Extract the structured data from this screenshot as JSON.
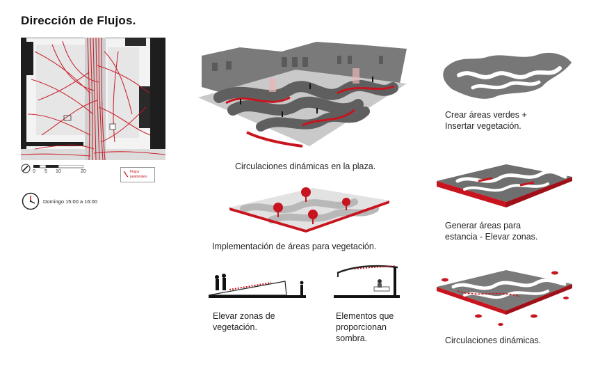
{
  "title": "Dirección de Flujos.",
  "map": {
    "scale_ticks": [
      "0",
      "5",
      "10",
      "20"
    ],
    "legend_line1": "Flujos",
    "legend_line2": "peatonales",
    "time_label": "Domingo 15:00 a 16:00"
  },
  "captions": {
    "plaza": "Circulaciones dinámicas en la plaza.",
    "vegetation_impl": "Implementación de áreas para vegetación.",
    "elevate_line1": "Elevar zonas de",
    "elevate_line2": "vegetación.",
    "shade_line1": "Elementos que",
    "shade_line2": "proporcionan",
    "shade_line3": "sombra.",
    "green_line1": "Crear áreas verdes +",
    "green_line2": "Insertar vegetación.",
    "stay_line1": "Generar áreas para",
    "stay_line2": "estancia - Elevar zonas.",
    "dynamic": "Circulaciones dinámicas."
  },
  "colors": {
    "accent_red": "#c8141e",
    "gray_dark": "#6e6e6e",
    "gray_mid": "#8a8a8a",
    "gray_light": "#d6d6d6"
  }
}
